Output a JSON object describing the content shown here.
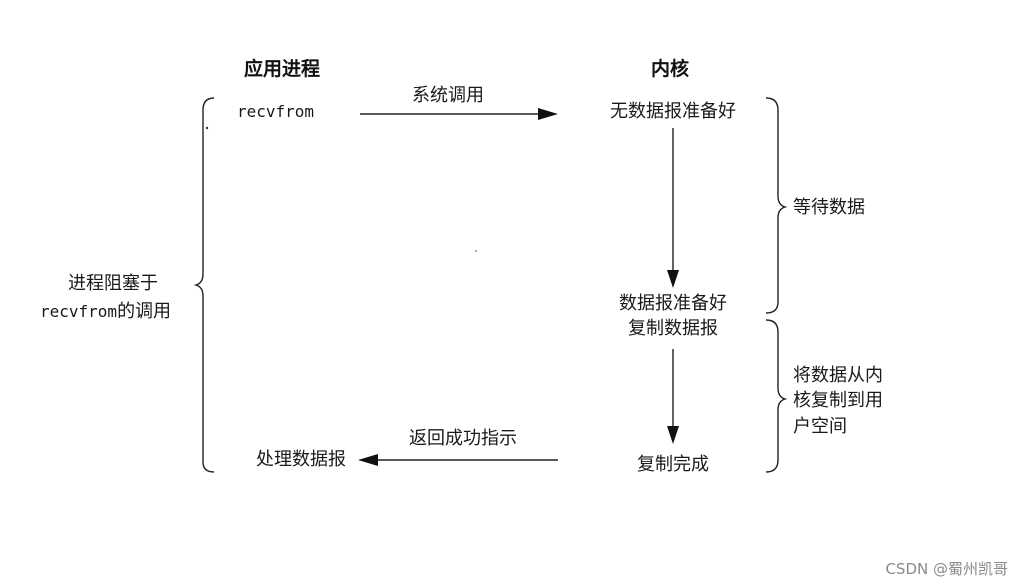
{
  "headers": {
    "app": "应用进程",
    "kernel": "内核"
  },
  "app_side": {
    "call": "recvfrom",
    "process": "处理数据报",
    "blocked_line1": "进程阻塞于",
    "blocked_line2_mono": "recvfrom",
    "blocked_line2_rest": "的调用"
  },
  "arrows": {
    "syscall": "系统调用",
    "return": "返回成功指示"
  },
  "kernel_side": {
    "no_data": "无数据报准备好",
    "ready_line1": "数据报准备好",
    "ready_line2": "复制数据报",
    "done": "复制完成"
  },
  "phases": {
    "wait": "等待数据",
    "copy_line1": "将数据从内",
    "copy_line2": "核复制到用",
    "copy_line3": "户空间"
  },
  "watermark": "CSDN @蜀州凯哥"
}
